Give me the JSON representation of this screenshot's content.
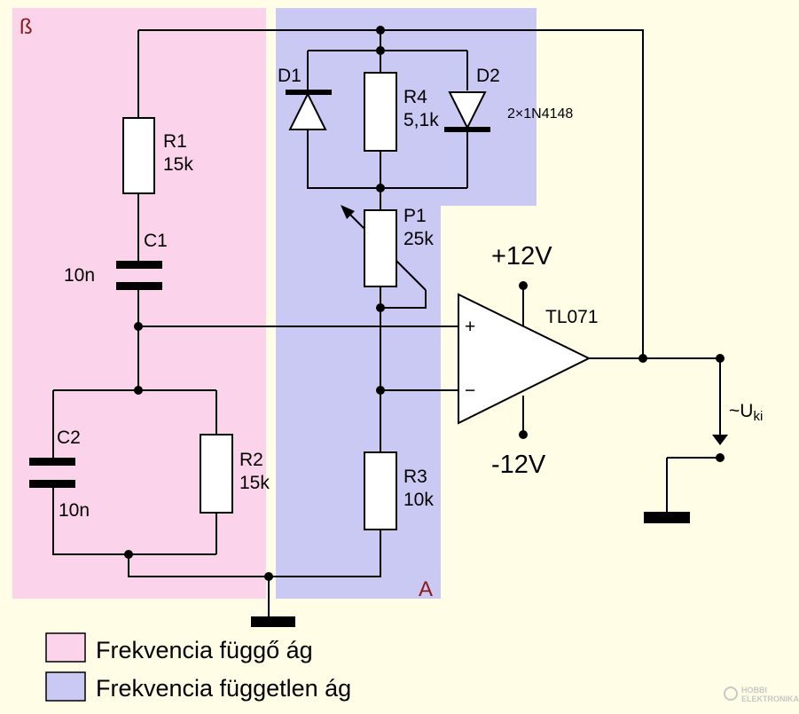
{
  "regions": {
    "beta_label": "ß",
    "a_label": "A"
  },
  "components": {
    "r1": {
      "name": "R1",
      "value": "15k"
    },
    "c1": {
      "name": "C1",
      "value": "10n"
    },
    "c2": {
      "name": "C2",
      "value": "10n"
    },
    "r2": {
      "name": "R2",
      "value": "15k"
    },
    "d1": {
      "name": "D1"
    },
    "d2": {
      "name": "D2"
    },
    "diode_type": "2×1N4148",
    "r4": {
      "name": "R4",
      "value": "5,1k"
    },
    "p1": {
      "name": "P1",
      "value": "25k"
    },
    "r3": {
      "name": "R3",
      "value": "10k"
    },
    "opamp": {
      "name": "TL071",
      "plus": "+",
      "minus": "−"
    },
    "supply_pos": "+12V",
    "supply_neg": "-12V",
    "output": {
      "prefix": "~U",
      "sub": "ki"
    }
  },
  "legend": {
    "items": [
      {
        "label": "Frekvencia függő ág",
        "color": "#fbd3ea"
      },
      {
        "label": "Frekvencia független ág",
        "color": "#c9c9f3"
      }
    ]
  },
  "colors": {
    "background": "#fffde6",
    "freq_dependent": "#fbd3ea",
    "freq_independent": "#c9c9f3",
    "region_label": "#8b1a1a"
  },
  "watermark": {
    "line1": "HOBBI",
    "line2": "ELEKTRONIKA"
  }
}
